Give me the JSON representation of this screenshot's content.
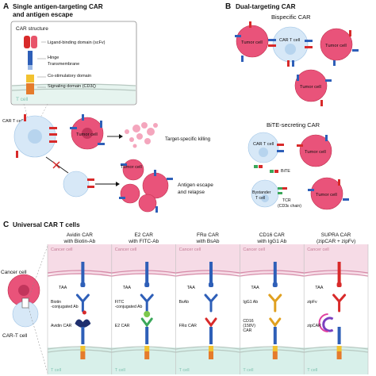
{
  "panelA": {
    "letter": "A",
    "title_line1": "Single antigen-targeting CAR",
    "title_line2": "and antigen escape",
    "structure_title": "CAR structure",
    "ligand": "Ligand-binding domain (scFv)",
    "hinge": "Hinge",
    "transmembrane": "Transmembrane",
    "costim": "Co-stimulatory domain",
    "signaling": "Signaling domain (CD3ζ)",
    "tcell": "T cell",
    "cart_label": "CAR T cell",
    "tumor1": "Tumor cell",
    "tumor2": "Tumor cell",
    "killing": "Target-specific killing",
    "escape_line1": "Antigen escape",
    "escape_line2": "and relapse"
  },
  "panelB": {
    "letter": "B",
    "title": "Dual-targeting CAR",
    "bispecific": "Bispecific CAR",
    "tumor_left": "Tumor cell",
    "cart_center": "CAR T cell",
    "tumor_right": "Tumor cell",
    "tumor_bottom": "Tumor cell",
    "bite_title": "BiTE-secreting CAR",
    "cart2": "CAR T cell",
    "tumor_mid": "Tumor cell",
    "bite_label": "BiTE",
    "bystander_line1": "Bystander",
    "bystander_line2": "T cell",
    "tcr_line1": "TCR",
    "tcr_line2": "(CD3ε chain)",
    "tumor_br": "Tumor cell"
  },
  "panelC": {
    "letter": "C",
    "title": "Universal CAR T cells",
    "cancer_cell": "Cancer cell",
    "cart_cell": "CAR-T cell",
    "columns": [
      {
        "h1": "Avidin CAR",
        "h2": "with Biotin-Ab",
        "cancer": "Cancer cell",
        "tcell": "T cell",
        "l1": "TAA",
        "l2a": "Biotin",
        "l2b": "-conjugated Ab",
        "l3": "Avidin CAR"
      },
      {
        "h1": "E2 CAR",
        "h2": "with FITC-Ab",
        "cancer": "Cancer cell",
        "tcell": "T cell",
        "l1": "TAA",
        "l2a": "FITC",
        "l2b": "-conjugated Ab",
        "l3": "E2 CAR"
      },
      {
        "h1": "FRα CAR",
        "h2": "with BsAb",
        "cancer": "Cancer cell",
        "tcell": "T cell",
        "l1": "TAA",
        "l2a": "BsAb",
        "l2b": "",
        "l3": "FRα CAR"
      },
      {
        "h1": "CD16 CAR",
        "h2": "with IgG1 Ab",
        "cancer": "Cancer cell",
        "tcell": "T cell",
        "l1": "TAA",
        "l2a": "IgG1 Ab",
        "l2b": "",
        "l3a": "CD16",
        "l3b": "(158V)",
        "l3c": "CAR"
      },
      {
        "h1": "SUPRA CAR",
        "h2": "(zipCAR + zipFv)",
        "cancer": "Cancer cell",
        "tcell": "T cell",
        "l1": "TAA",
        "l2a": "zipFv",
        "l2b": "",
        "l3": "zipCAR"
      }
    ]
  },
  "colors": {
    "tumor": "#e9537a",
    "tcell": "#d7e8f7",
    "scfv_red": "#d82a2a",
    "hinge_blue": "#2e5fb8",
    "costim_yellow": "#f2c230",
    "signal_orange": "#e57b2c",
    "cancer_bg": "#f6dbe6",
    "tcell_bg": "#d8f0ea"
  }
}
